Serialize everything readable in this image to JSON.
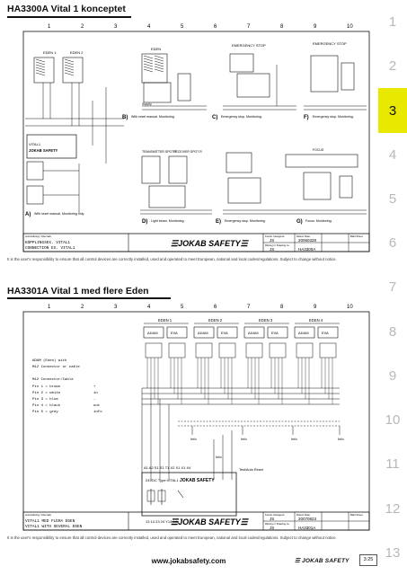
{
  "colors": {
    "accent_tab": "#e8e800",
    "line": "#111111",
    "tab_text": "#b7b7b7"
  },
  "page_tabs": [
    "1",
    "2",
    "3",
    "4",
    "5",
    "6",
    "7",
    "8",
    "9",
    "10",
    "11",
    "12",
    "13"
  ],
  "active_tab": "3",
  "grid_columns": [
    "1",
    "2",
    "3",
    "4",
    "5",
    "6",
    "7",
    "8",
    "9",
    "10"
  ],
  "sections": [
    {
      "title": "HA3300A Vital 1 konceptet",
      "top_labels": [
        "EDEN 1",
        "EDEN 2",
        "EDEN",
        "EMERGENCY STOP",
        "EMERGENCY STOP"
      ],
      "center_labels": [
        "TRANSMITTER SPOT T",
        "RECEIVER SPOT R",
        "FOCUS"
      ],
      "module_label": "VITAL1",
      "module_text": "JOKAB SAFETY",
      "supply_label": "Supply",
      "variants": [
        {
          "letter": "A)",
          "text": "With reset manual. Monitoring only."
        },
        {
          "letter": "B)",
          "text": "With reset manual. Monitoring."
        },
        {
          "letter": "C)",
          "text": "Emergency stop. Monitoring."
        },
        {
          "letter": "D)",
          "text": "Light beam. Monitoring."
        },
        {
          "letter": "E)",
          "text": "Emergency stop. Monitoring."
        },
        {
          "letter": "F)",
          "text": "Emergency stop. Monitoring."
        },
        {
          "letter": "G)",
          "text": "Focus. Monitoring."
        }
      ],
      "title_block": {
        "remark_label": "Anmärkning / Remark",
        "remark_line1": "KOPPLINGSEX. VITAL1",
        "remark_line2": "CONNECTION EX. VITAL1",
        "brand": "JOKAB SAFETY",
        "designed_label": "Konstr. Designed",
        "designed_by": "JS",
        "date_label": "Datum Date",
        "date": "20060328",
        "drawing_label": "Ritning nr Drawing no",
        "drawing_no": "HA3300A",
        "sheet_label": "Blad Sheet",
        "checked_by": "JS"
      }
    },
    {
      "title": "HA3301A Vital 1 med flere Eden",
      "top_labels": [
        "EDEN 1",
        "EDEN 2",
        "EDEN 3",
        "EDEN 4"
      ],
      "eden_parts": [
        "ADAM",
        "EVA"
      ],
      "info_label": "Info",
      "adam_note_lines": [
        "ADAM (Eden) with",
        "M12 Connector or cable"
      ],
      "connector_heading": "M12 Connector/Cable",
      "pins": [
        {
          "pin": "Pin 1 = brown",
          "fn": "+"
        },
        {
          "pin": "Pin 2 = white",
          "fn": "in"
        },
        {
          "pin": "Pin 3 = blue",
          "fn": "-"
        },
        {
          "pin": "Pin 4 = black",
          "fn": "out"
        },
        {
          "pin": "Pin 5 = grey",
          "fn": "info"
        }
      ],
      "module_label": "24VDC Type:VITAL1",
      "module_text": "JOKAB SAFETY",
      "terminals_top": "A1 A2 S1 S1 T1     X2 X1 X1 X4",
      "terminals_bottom": "13 14 23 24  Y14 Info",
      "test_label": "Test/Auto Reset",
      "title_block": {
        "remark_label": "Anmärkning / Remark",
        "remark_line1": "VITAL1 MED FLERA EDEN",
        "remark_line2": "VITAL1 WITH SEVERAL EDEN",
        "brand": "JOKAB SAFETY",
        "designed_label": "Konstr. Designed",
        "designed_by": "JS",
        "date_label": "Datum Date",
        "date": "20070823",
        "drawing_label": "Ritning nr Drawing no",
        "drawing_no": "HA3301A",
        "sheet_label": "Blad Sheet",
        "checked_by": "JS"
      }
    }
  ],
  "disclaimer": "It is the user's responsibility to ensure that all control devices are correctly installed, used and operated to meet European, national and local codes/regulations. Subject to change without notice.",
  "footer": {
    "url": "www.jokabsafety.com",
    "brand": "JOKAB SAFETY",
    "page": "3:25"
  }
}
